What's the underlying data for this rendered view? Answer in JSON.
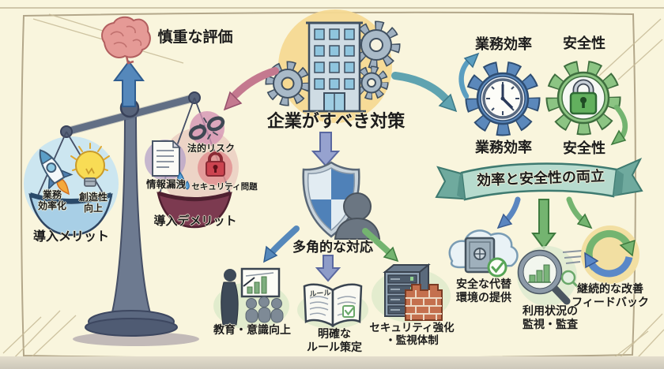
{
  "page": {
    "background": "#f9f5dd",
    "frame_color": "#b3a78a"
  },
  "accents": {
    "blue": "#4f81b8",
    "green": "#74b470",
    "teal": "#5fa3b0",
    "pink": "#c4798f",
    "yellow": "#f6d992",
    "red": "#cc4450"
  },
  "center": {
    "title": "企業がすべき対策"
  },
  "evaluation": {
    "label": "慎重な評価"
  },
  "scale": {
    "merit_label": "導入メリット",
    "merit_item_rocket": "業務\n効率化",
    "merit_item_bulb": "創造性\n向上",
    "demerit_label": "導入デメリット",
    "demerit_item_leak": "情報漏洩",
    "demerit_item_security": "セキュリティ問題",
    "demerit_item_legal": "法的リスク"
  },
  "efficiency_safety": {
    "efficiency_top": "業務効率",
    "efficiency_bottom": "業務効率",
    "safety_top": "安全性",
    "safety_bottom": "安全性",
    "banner": "効率と安全性の両立"
  },
  "response": {
    "label": "多角的な対応",
    "education": "教育・意識向上",
    "rules": "明確な\nルール策定",
    "security": "セキュリティ強化\n・監視体制"
  },
  "outcomes": {
    "alternative": "安全な代替\n環境の提供",
    "monitoring": "利用状況の\n監視・監査",
    "feedback": "継続的な改善\nフィードバック"
  },
  "book": {
    "page_text": "ルール"
  }
}
